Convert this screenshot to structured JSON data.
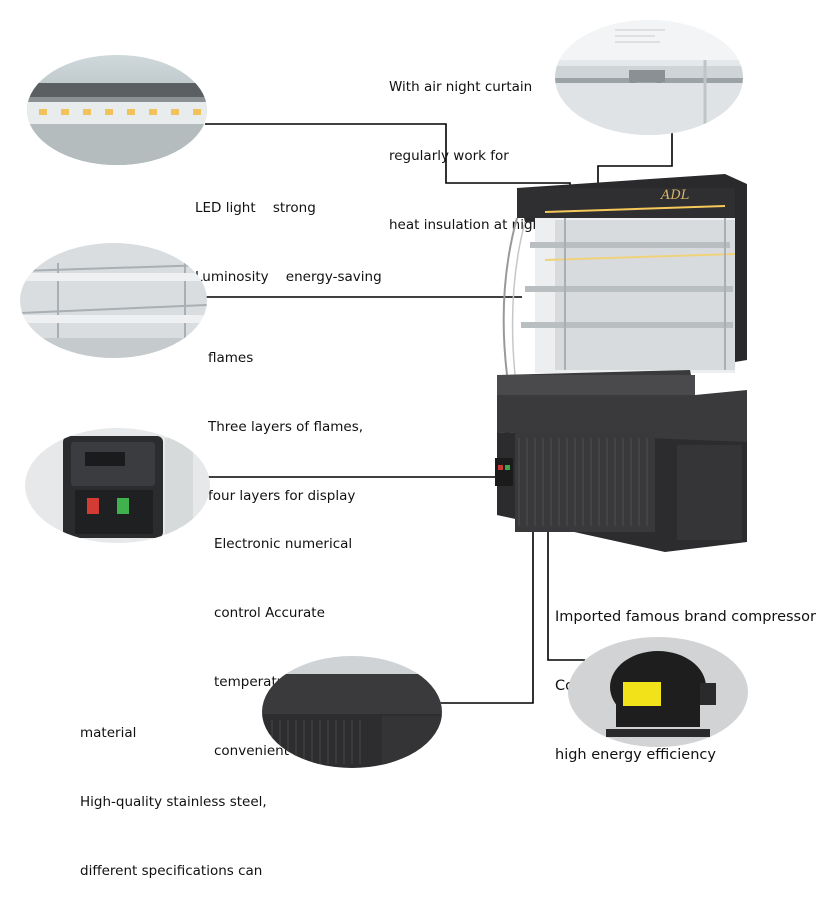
{
  "callouts": {
    "curtain": [
      "With air night curtain",
      "regularly work for",
      "heat insulation at night"
    ],
    "led": [
      "LED light    strong",
      "Luminosity    energy-saving"
    ],
    "shelves": [
      "flames",
      "Three layers of flames,",
      "four layers for display"
    ],
    "control": [
      "Electronic numerical",
      "control Accurate",
      "temperature-control  ,",
      "convenient operation"
    ],
    "compressor": [
      "Imported famous brand compressor",
      "Cooling fast, low noise,",
      "high energy efficiency"
    ],
    "material": [
      "material",
      "High-quality stainless steel,",
      "different specifications can"
    ]
  },
  "brand_logo": "ADL",
  "icons": {
    "led": "led-strip-photo",
    "curtain": "night-curtain-photo",
    "shelves": "glass-shelf-photo",
    "control": "control-panel-photo",
    "material": "steel-body-photo",
    "compressor": "compressor-photo"
  },
  "colors": {
    "cabinet": "#2a2a2c",
    "compressor_label": "#f2e21a"
  }
}
